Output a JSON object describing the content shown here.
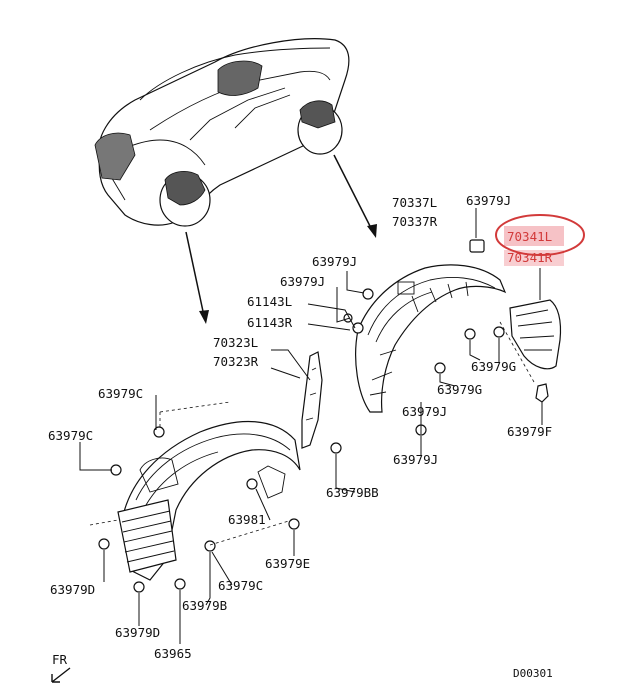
{
  "diagram": {
    "title": "Fender liner parts diagram",
    "diagram_code": "D00301",
    "direction_label": "FR",
    "highlight_color": "#d23a3a",
    "highlight_fill": "#f6c2c6",
    "callouts": {
      "p70337L": "70337L",
      "p70337R": "70337R",
      "p63979J_top": "63979J",
      "p70341L": "70341L",
      "p70341R": "70341R",
      "p63979J_mid1": "63979J",
      "p63979J_mid2": "63979J",
      "p61143L": "61143L",
      "p61143R": "61143R",
      "p70323L": "70323L",
      "p70323R": "70323R",
      "p63979G_1": "63979G",
      "p63979G_2": "63979G",
      "p63979J_low1": "63979J",
      "p63979J_low2": "63979J",
      "p63979F": "63979F",
      "p63979C_1": "63979C",
      "p63979C_2": "63979C",
      "p63979BB": "63979BB",
      "p63981": "63981",
      "p63979E": "63979E",
      "p63979D_1": "63979D",
      "p63979C_3": "63979C",
      "p63979B": "63979B",
      "p63979D_2": "63979D",
      "p63965": "63965"
    }
  }
}
